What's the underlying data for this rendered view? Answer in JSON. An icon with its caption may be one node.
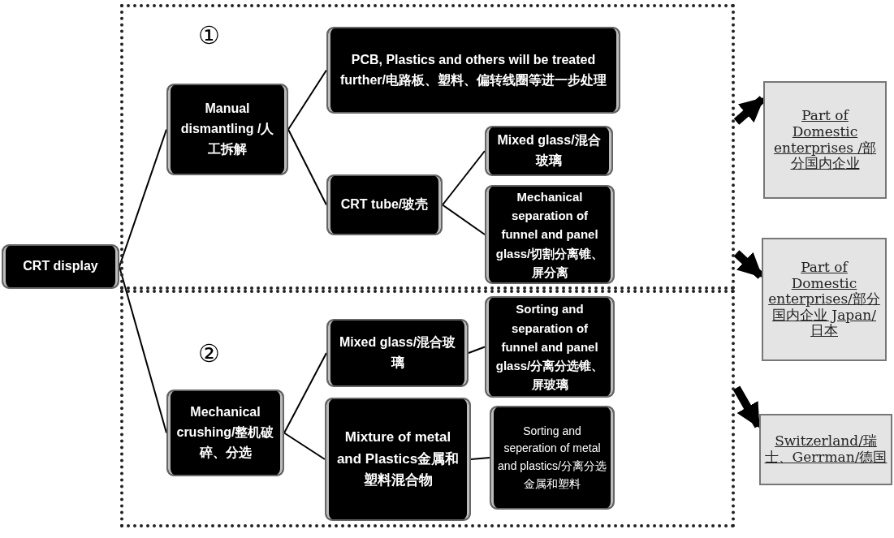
{
  "diagram": {
    "nodes": [
      {
        "text": [
          "CRT display"
        ]
      },
      {
        "text": [
          "①"
        ]
      },
      {
        "text": [
          "Manual dismantling /人工拆解"
        ],
        "in": 1
      },
      {
        "text": [
          "PCB, Plastics and others will be treated further/电路板、塑料、偏转线圈等进一步处理"
        ],
        "in": 1
      },
      {
        "text": [
          "CRT tube/玻壳"
        ],
        "in": 1
      },
      {
        "text": [
          "Mixed glass/混合玻璃"
        ],
        "in": 1
      },
      {
        "text": [
          "Mechanical separation of funnel and panel glass/切割分离锥、屏分离"
        ],
        "in": 1
      },
      {
        "text": [
          "②"
        ]
      },
      {
        "text": [
          "Mechanical crushing/整机破碎、分选"
        ],
        "in": 7
      },
      {
        "text": [
          "Mixed glass/混合玻璃"
        ],
        "in": 7
      },
      {
        "text": [
          "Mixture of metal and Plastics金属和塑料混合物"
        ],
        "in": 7
      },
      {
        "text": [
          "Sorting and separation of funnel and panel glass/分离分选锥、屏玻璃"
        ],
        "in": 7
      },
      {
        "text": [
          "Sorting and seperation of metal and plastics/分离分选金属和塑料"
        ],
        "in": 7
      },
      {
        "text": [
          "Part of Domestic enterprises /部分国内企业"
        ]
      },
      {
        "text": [
          "Part of Domestic enterprises/部分国内企业 Japan/日本"
        ]
      },
      {
        "text": [
          "Switzerland/瑞士、Gerrman/德国"
        ]
      }
    ],
    "edges": [
      {
        "from": 0,
        "to": 2,
        "arrow": "none"
      },
      {
        "from": 0,
        "to": 8,
        "arrow": "none"
      },
      {
        "from": 2,
        "to": 3,
        "arrow": "none"
      },
      {
        "from": 2,
        "to": 4,
        "arrow": "none"
      },
      {
        "from": 4,
        "to": 5,
        "arrow": "none"
      },
      {
        "from": 4,
        "to": 6,
        "arrow": "none"
      },
      {
        "from": 8,
        "to": 9,
        "arrow": "none"
      },
      {
        "from": 8,
        "to": 10,
        "arrow": "none"
      },
      {
        "from": 9,
        "to": 11,
        "arrow": "none"
      },
      {
        "from": 10,
        "to": 12,
        "arrow": "none"
      },
      {
        "from": 1,
        "to": 13,
        "arrow": "to",
        "style": "thick"
      },
      {
        "from": 1,
        "to": 14,
        "arrow": "to",
        "style": "thick"
      },
      {
        "from": 7,
        "to": 15,
        "arrow": "to",
        "style": "thick"
      }
    ]
  }
}
